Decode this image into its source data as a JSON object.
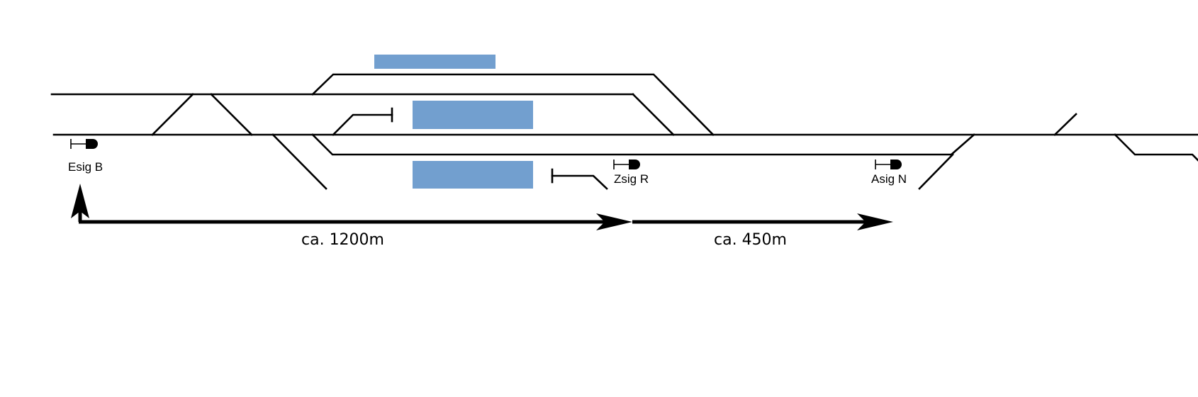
{
  "colors": {
    "track": "#000000",
    "platform": "#729fcf",
    "background": "#ffffff"
  },
  "signals": [
    {
      "label": "Esig B",
      "icon": "main-signal-icon"
    },
    {
      "label": "Zsig R",
      "icon": "main-signal-icon"
    },
    {
      "label": "Asig N",
      "icon": "main-signal-icon"
    }
  ],
  "distances": [
    {
      "label": "ca. 1200m"
    },
    {
      "label": "ca. 450m"
    }
  ]
}
